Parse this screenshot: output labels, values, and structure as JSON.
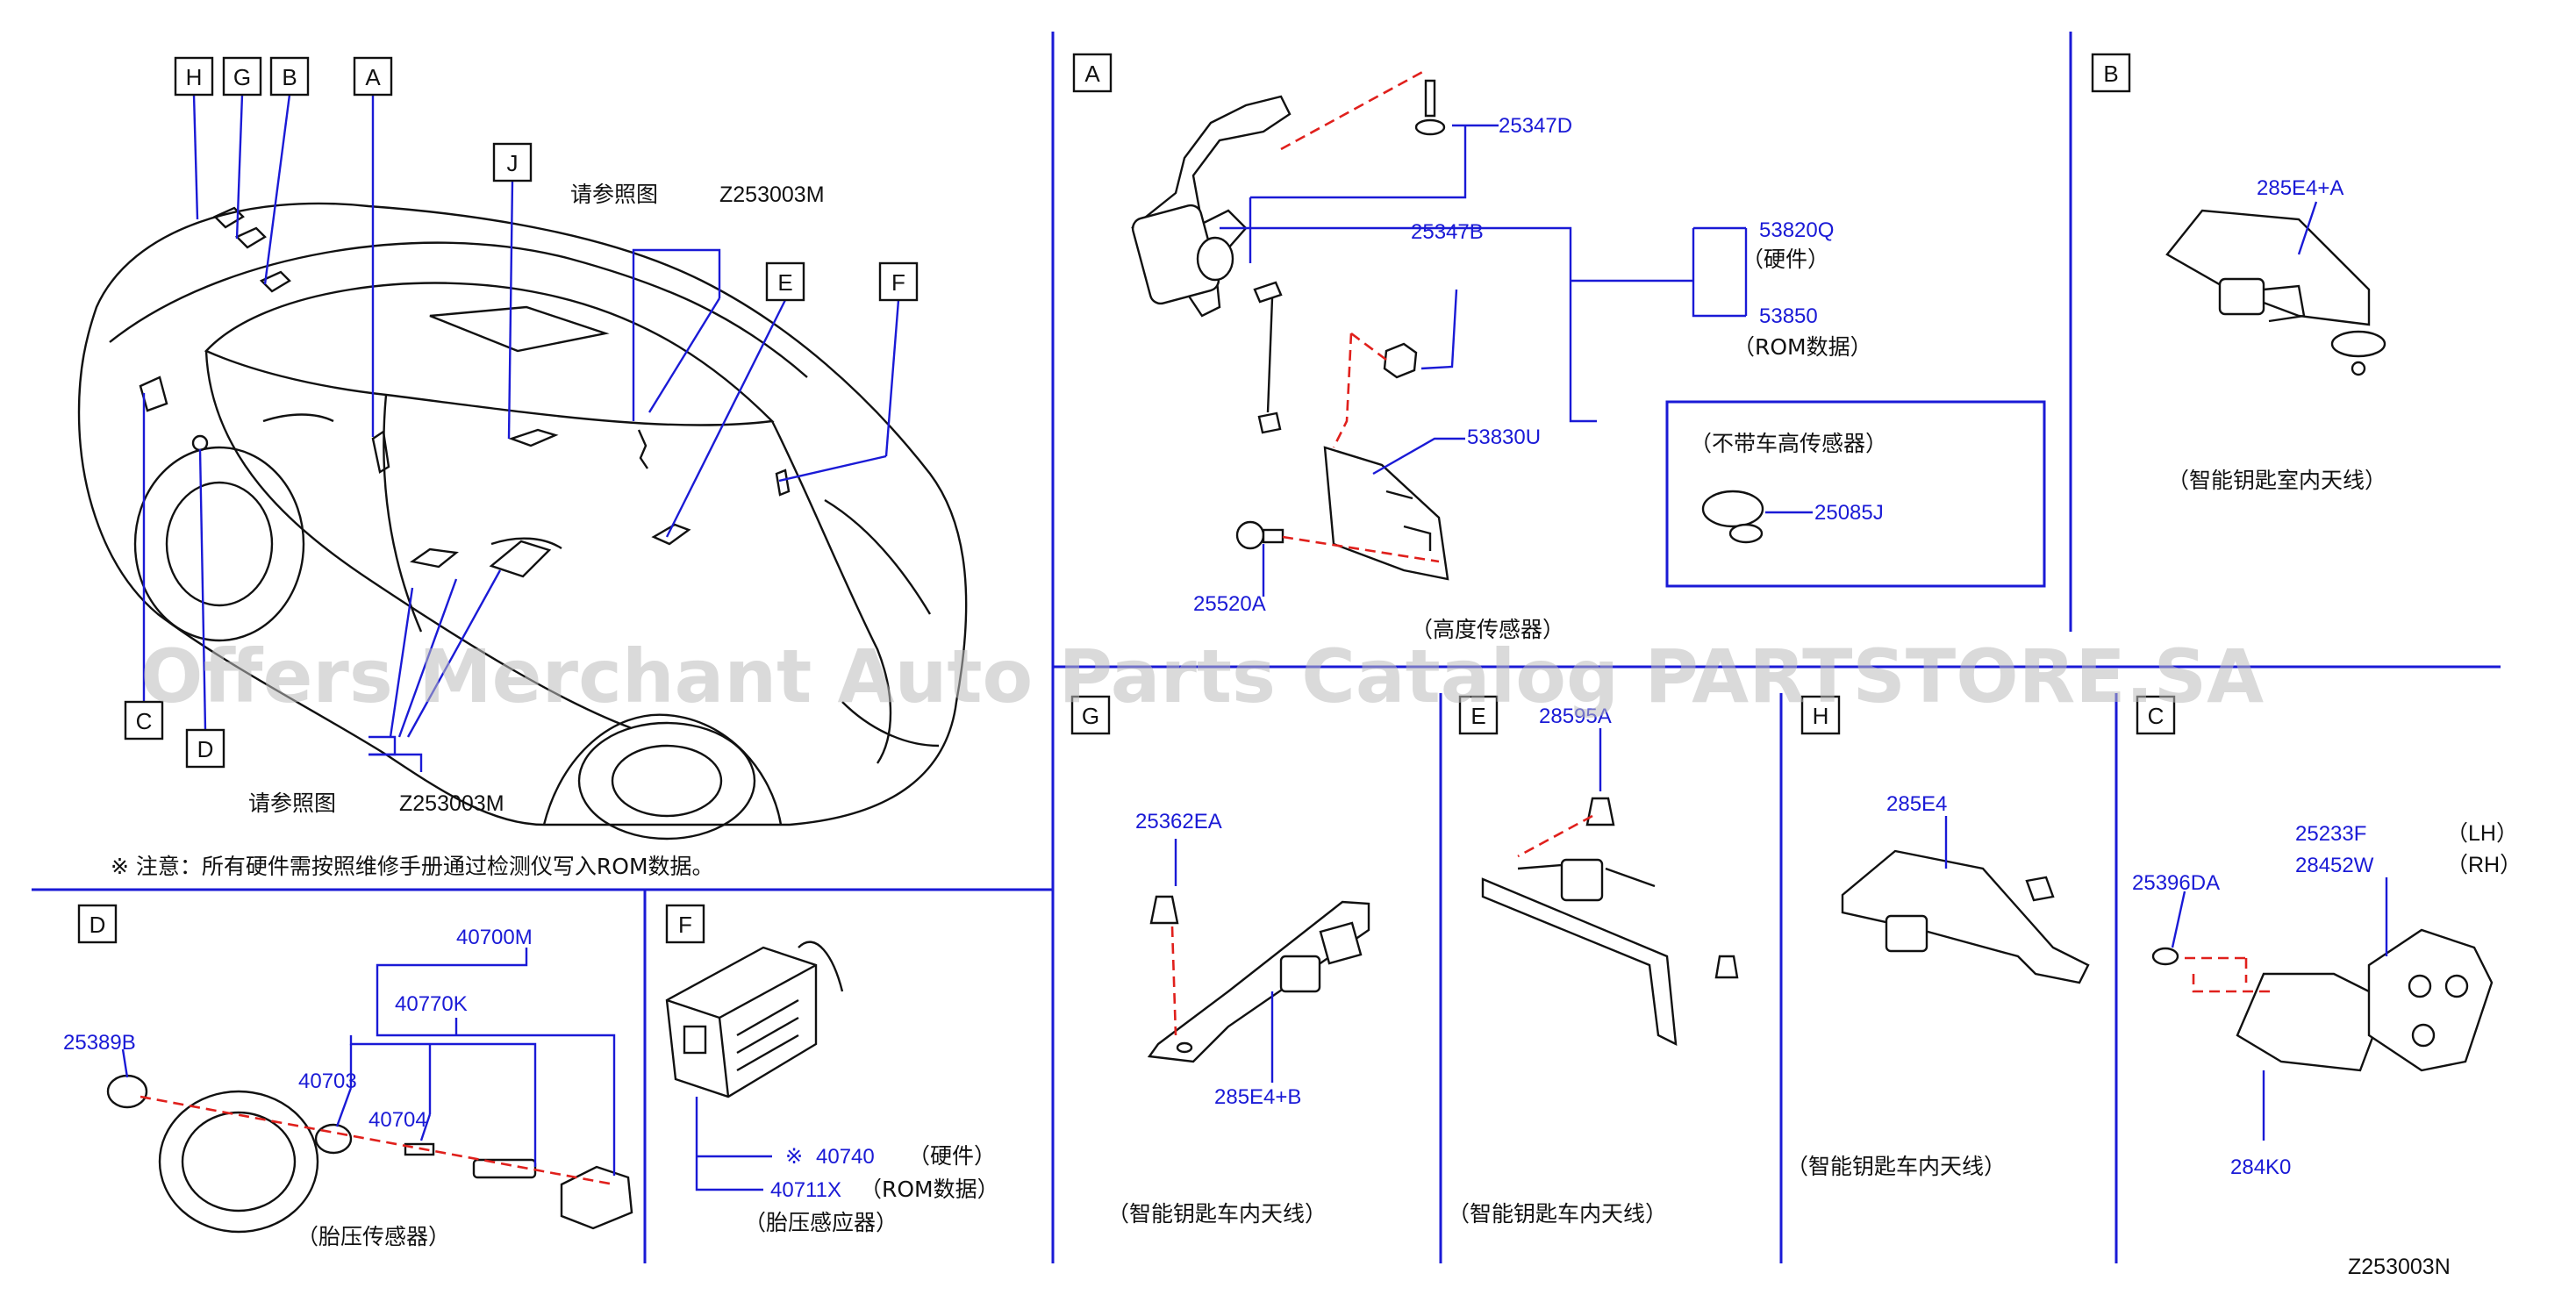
{
  "diagram_code": "Z253003N",
  "watermark": "Offers Merchant Auto Parts Catalog PARTSTORE.SA",
  "overview": {
    "callouts": [
      "H",
      "G",
      "B",
      "A",
      "J",
      "E",
      "F",
      "C",
      "D"
    ],
    "refer_top_text": "请参照图",
    "refer_top_code": "Z253003M",
    "refer_bottom_text": "请参照图",
    "refer_bottom_code": "Z253003M",
    "note": "※ 注意：所有硬件需按照维修手册通过检测仪写入ROM数据。"
  },
  "section_a": {
    "label": "A",
    "parts": [
      "25347D",
      "25347B",
      "53820Q",
      "53850",
      "53830U",
      "25520A"
    ],
    "hw_note": "（硬件）",
    "rom_note": "（ROM数据）",
    "caption": "（高度传感器）",
    "inset_title": "（不带车高传感器）",
    "inset_part": "25085J"
  },
  "section_b": {
    "label": "B",
    "part": "285E4+A",
    "caption": "（智能钥匙室内天线）"
  },
  "section_g": {
    "label": "G",
    "parts": [
      "25362EA",
      "285E4+B"
    ],
    "caption": "（智能钥匙车内天线）"
  },
  "section_e": {
    "label": "E",
    "part": "28595A",
    "caption": "（智能钥匙车内天线）"
  },
  "section_h": {
    "label": "H",
    "part": "285E4",
    "caption": "（智能钥匙车内天线）"
  },
  "section_c": {
    "label": "C",
    "parts": [
      "25396DA",
      "25233F",
      "28452W",
      "284K0"
    ],
    "lh": "（LH）",
    "rh": "（RH）"
  },
  "section_d": {
    "label": "D",
    "parts": [
      "40700M",
      "40770K",
      "25389B",
      "40703",
      "40704"
    ],
    "caption": "（胎压传感器）"
  },
  "section_f": {
    "label": "F",
    "parts": [
      "40740",
      "40711X"
    ],
    "mark": "※",
    "hw_note": "（硬件）",
    "rom_note": "（ROM数据）",
    "caption": "（胎压感应器）"
  }
}
